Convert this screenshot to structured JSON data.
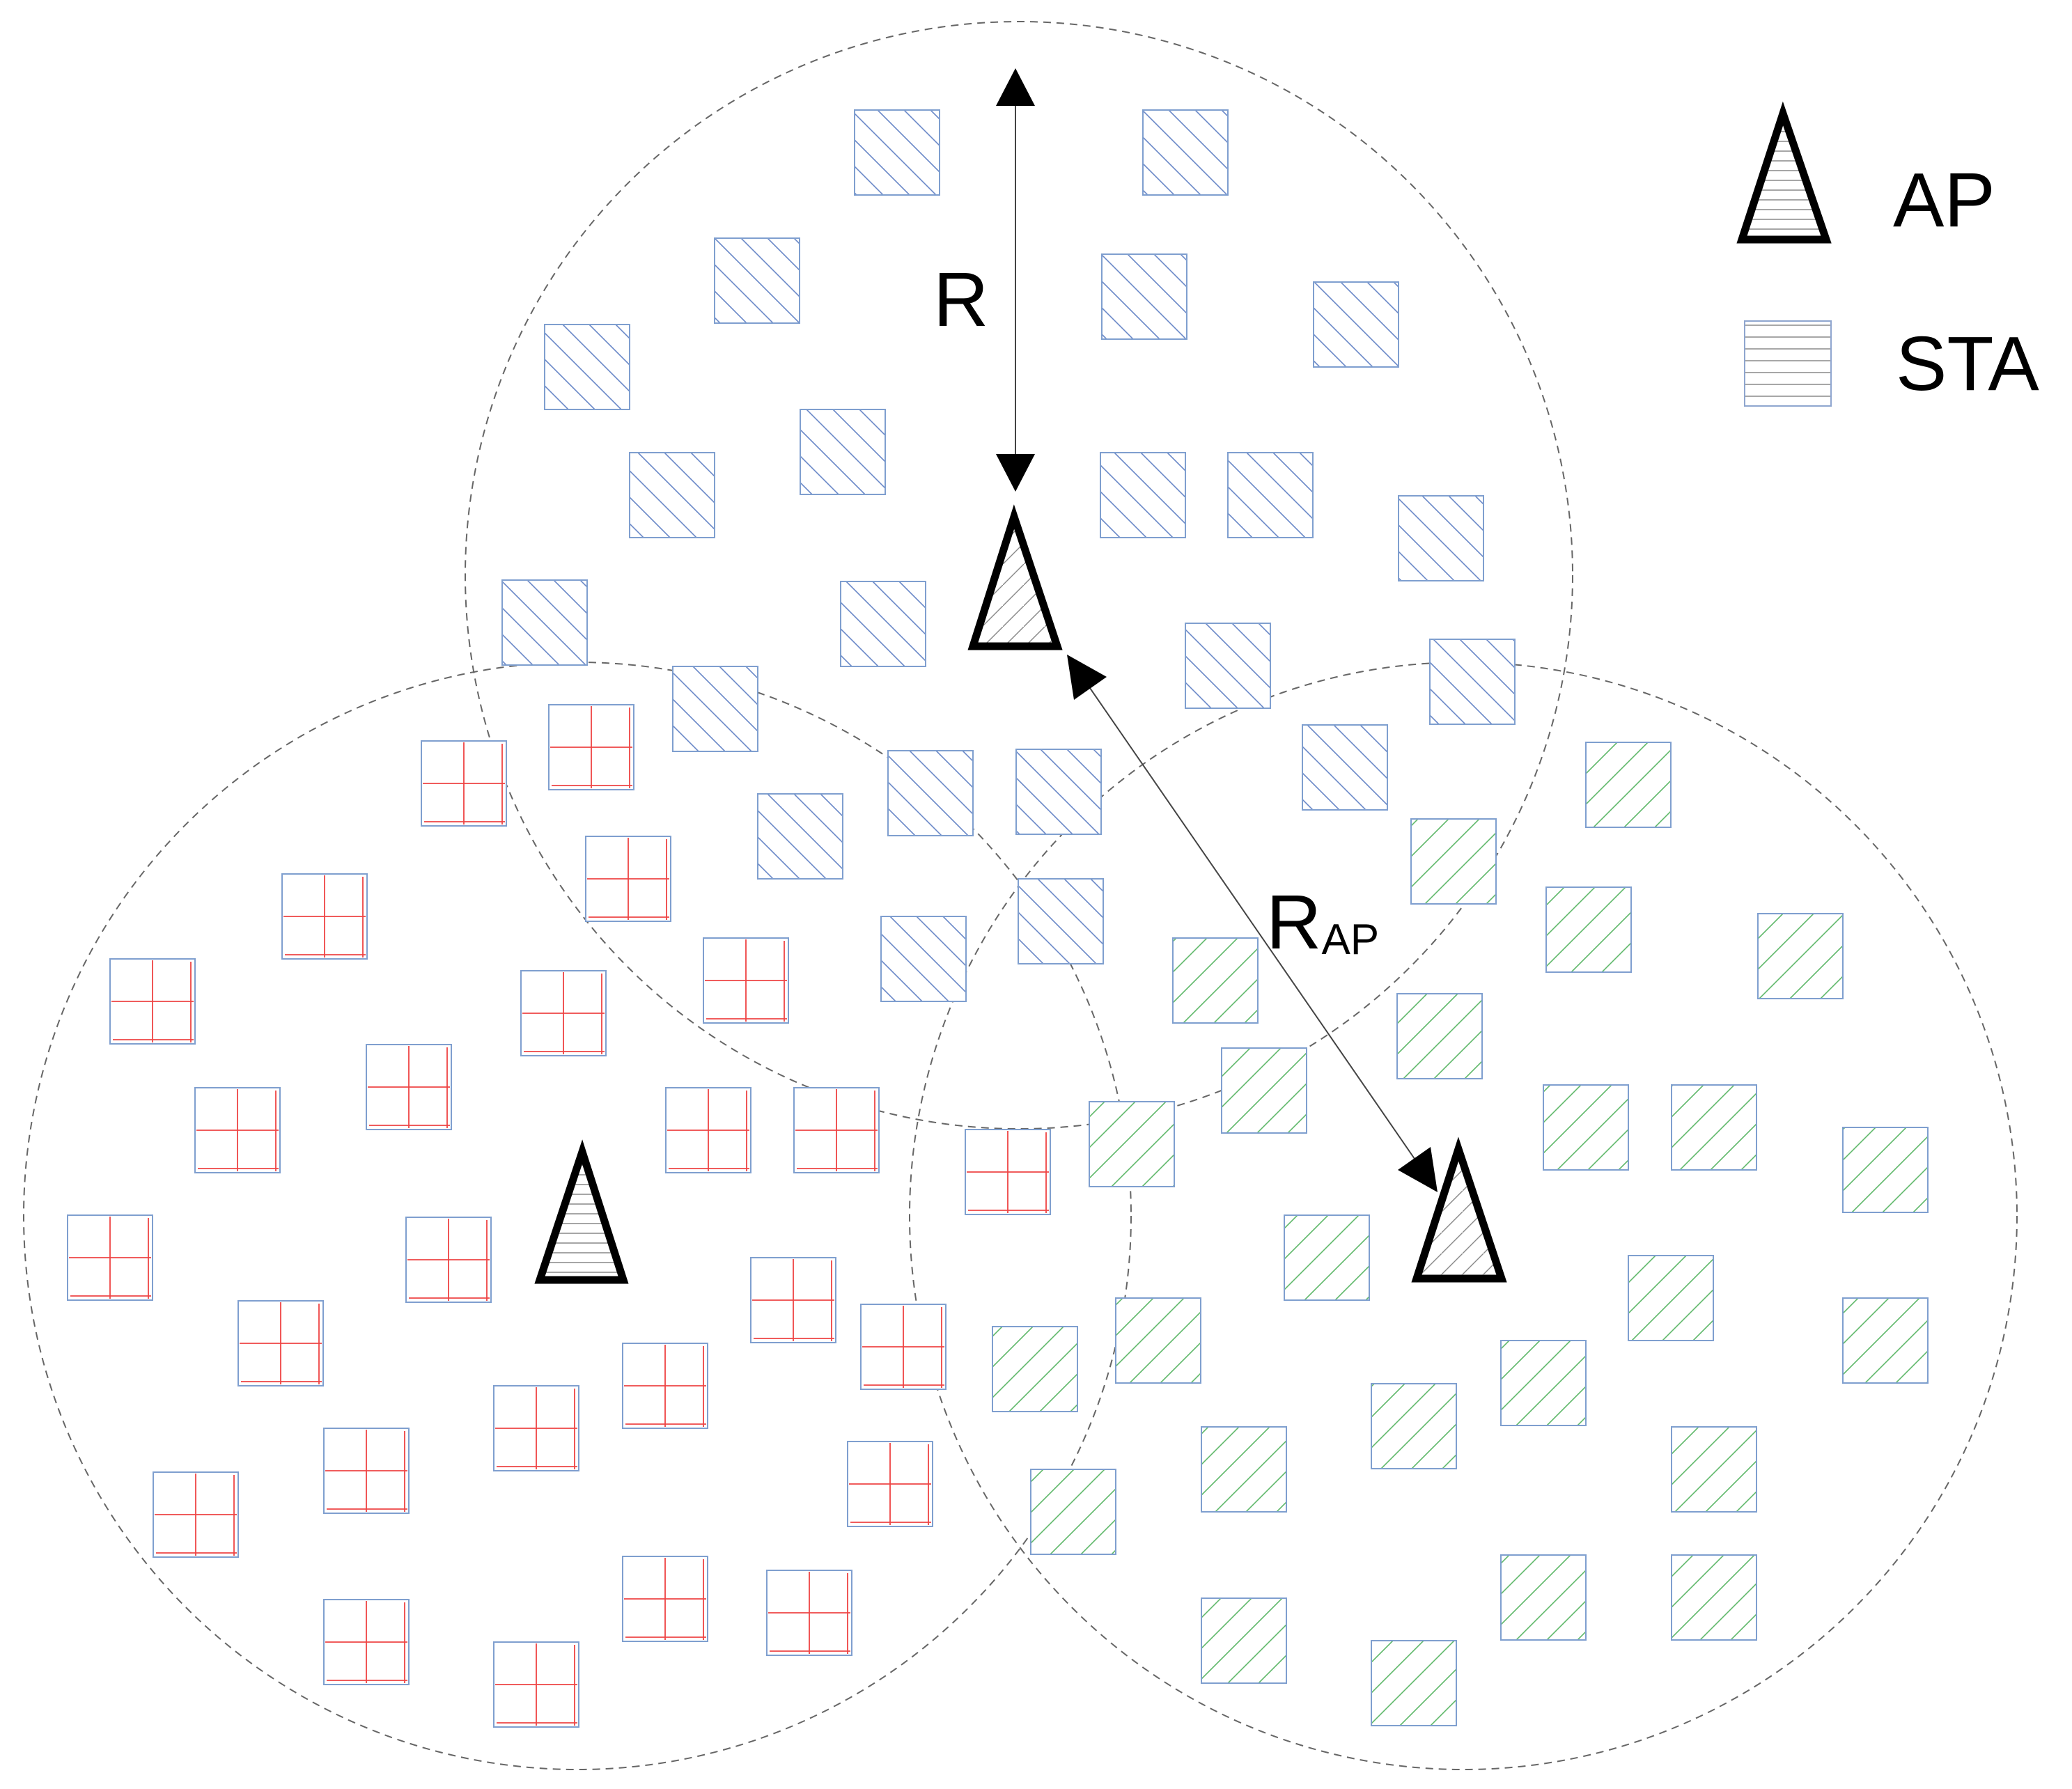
{
  "labels": {
    "radius": "R",
    "ap_distance_main": "R",
    "ap_distance_sub": "AP"
  },
  "legend": {
    "ap_label": "AP",
    "sta_label": "STA"
  },
  "colors": {
    "outline": "#000000",
    "circle": "#666666",
    "box_border": "#7f9fcf",
    "blue_hatch": "#6a88c8",
    "red_hatch": "#ee4444",
    "green_hatch": "#5fb86a",
    "legend_hatch": "#8a8a8a"
  },
  "cells": [
    {
      "name": "top-cell",
      "pattern": "blue-diagonal"
    },
    {
      "name": "left-cell",
      "pattern": "red-grid"
    },
    {
      "name": "right-cell",
      "pattern": "green-diagonal"
    }
  ]
}
